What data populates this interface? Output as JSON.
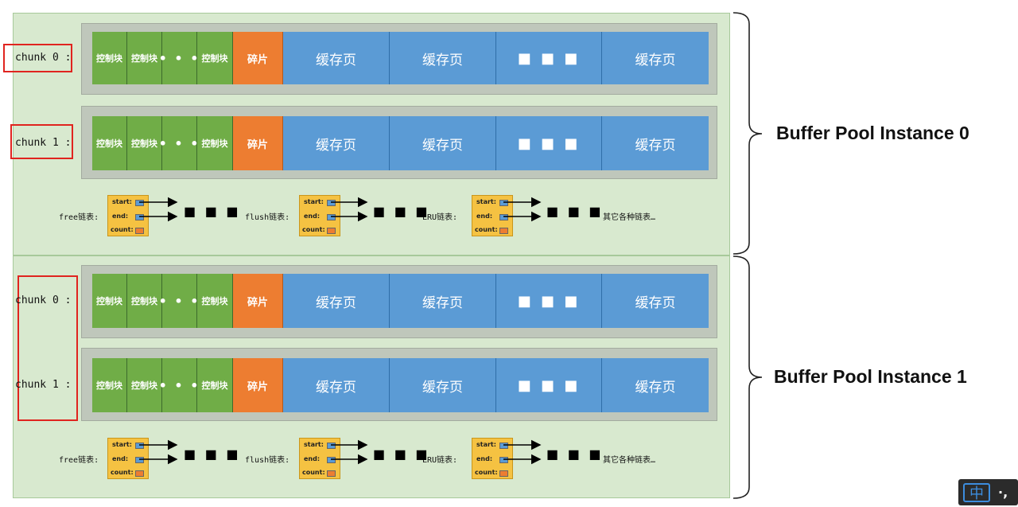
{
  "instances": [
    {
      "label": "Buffer Pool Instance 0",
      "chunks": [
        {
          "label": "chunk 0 :"
        },
        {
          "label": "chunk 1 :"
        }
      ]
    },
    {
      "label": "Buffer Pool Instance 1",
      "chunks": [
        {
          "label": "chunk 0 :"
        },
        {
          "label": "chunk 1 :"
        }
      ]
    }
  ],
  "cells": {
    "control_block": "控制块",
    "control_dots": "• • •",
    "fragment": "碎片",
    "page": "缓存页",
    "page_dots": "■ ■ ■"
  },
  "lists": {
    "free_label": "free链表:",
    "flush_label": "flush链表:",
    "lru_label": "LRU链表:",
    "other_label": "其它各种链表…",
    "node_start": "start:",
    "node_end": "end:",
    "node_count": "count:",
    "dots": "■ ■ ■"
  },
  "ime": {
    "main": "中",
    "punct": "·,"
  },
  "colors": {
    "instance_bg": "#d8e9cf",
    "control_block": "#70ad47",
    "fragment": "#ed7d31",
    "page": "#5b9bd5",
    "list_node": "#f5c242",
    "highlight": "#e0241f"
  }
}
